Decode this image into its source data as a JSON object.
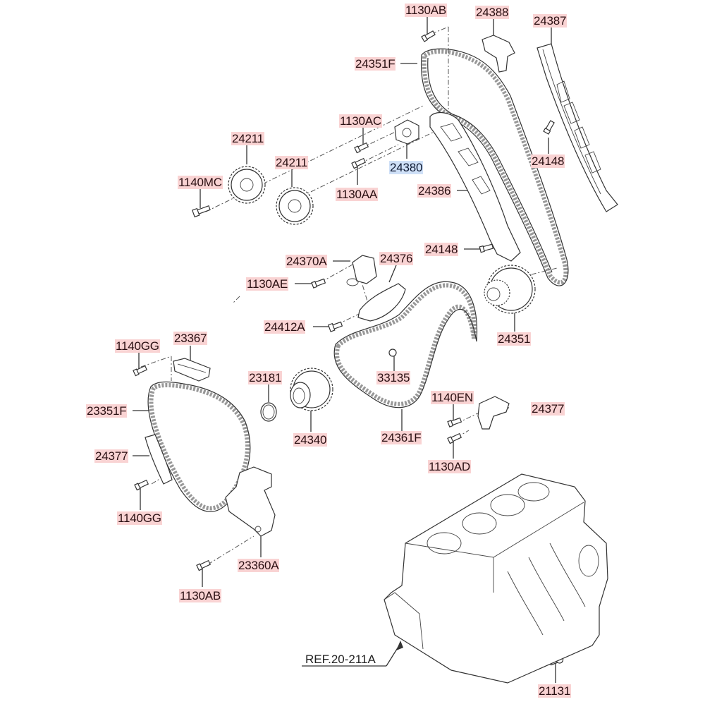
{
  "diagram": {
    "type": "exploded-parts-diagram",
    "subject": "Engine timing chain assembly",
    "colors": {
      "label_bg": "#f9d3d3",
      "label_highlight_bg": "#cfe0f7",
      "label_text": "#2a0f12",
      "line": "#333333"
    },
    "labels": [
      {
        "id": "l1130AB_top",
        "text": "1130AB"
      },
      {
        "id": "l24388",
        "text": "24388"
      },
      {
        "id": "l24387",
        "text": "24387"
      },
      {
        "id": "l24351F",
        "text": "24351F"
      },
      {
        "id": "l1130AC",
        "text": "1130AC"
      },
      {
        "id": "l24211_a",
        "text": "24211"
      },
      {
        "id": "l24211_b",
        "text": "24211"
      },
      {
        "id": "l1140MC",
        "text": "1140MC"
      },
      {
        "id": "l24380",
        "text": "24380",
        "highlighted": true
      },
      {
        "id": "l1130AA",
        "text": "1130AA"
      },
      {
        "id": "l24148_top",
        "text": "24148"
      },
      {
        "id": "l24386",
        "text": "24386"
      },
      {
        "id": "l24148_mid",
        "text": "24148"
      },
      {
        "id": "l24370A",
        "text": "24370A"
      },
      {
        "id": "l24376",
        "text": "24376"
      },
      {
        "id": "l1130AE",
        "text": "1130AE"
      },
      {
        "id": "l24412A",
        "text": "24412A"
      },
      {
        "id": "l24351",
        "text": "24351"
      },
      {
        "id": "l1140GG_top",
        "text": "1140GG"
      },
      {
        "id": "l23367",
        "text": "23367"
      },
      {
        "id": "l23181",
        "text": "23181"
      },
      {
        "id": "l33135",
        "text": "33135"
      },
      {
        "id": "l23351F",
        "text": "23351F"
      },
      {
        "id": "l1140EN",
        "text": "1140EN"
      },
      {
        "id": "l24377_right",
        "text": "24377"
      },
      {
        "id": "l24340",
        "text": "24340"
      },
      {
        "id": "l24361F",
        "text": "24361F"
      },
      {
        "id": "l24377_left",
        "text": "24377"
      },
      {
        "id": "l1130AD",
        "text": "1130AD"
      },
      {
        "id": "l1140GG_bot",
        "text": "1140GG"
      },
      {
        "id": "l23360A",
        "text": "23360A"
      },
      {
        "id": "l1130AB_bot",
        "text": "1130AB"
      },
      {
        "id": "l21131",
        "text": "21131"
      }
    ],
    "reference": {
      "text": "REF.20-211A"
    }
  }
}
